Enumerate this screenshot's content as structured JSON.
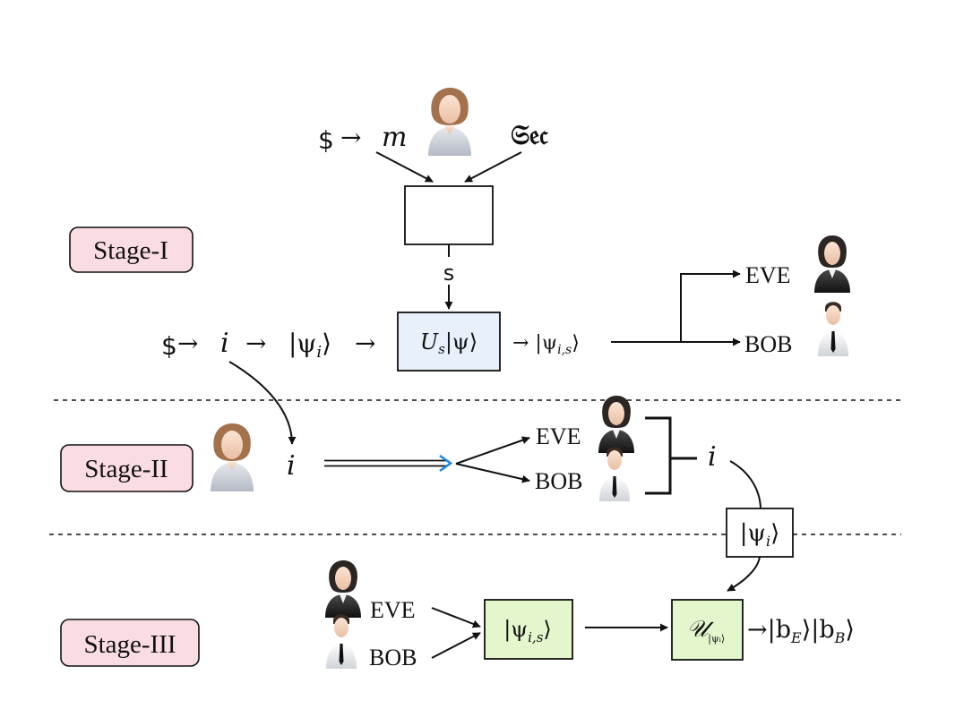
{
  "colors": {
    "stage_fill": "#fadde3",
    "unitary_box_fill": "#e8f1fb",
    "state_box_fill": "#e3f6cc",
    "arrow_blue": "#1e88e5",
    "line": "#111111"
  },
  "icons": {
    "alice": "person-female-grey-icon",
    "eve": "person-female-black-suit-icon",
    "bob": "person-male-white-shirt-icon"
  },
  "stages": {
    "stage1": "Stage-I",
    "stage2": "Stage-II",
    "stage3": "Stage-III"
  },
  "stage1": {
    "random_symbol": "$",
    "arrow": "→",
    "message": "m",
    "security": "𝔖𝔢𝔠",
    "key_label": "s",
    "prep_random": "$",
    "index": "i",
    "state": "|ψ",
    "state_sub": "i",
    "ket_close": "⟩",
    "unitary_main": "U",
    "unitary_sub": "s",
    "unitary_ket": "|ψ⟩",
    "out_state": "→ |ψ",
    "out_sub": "i,s",
    "eve": "EVE",
    "bob": "BOB"
  },
  "stage2": {
    "index": "i",
    "eve": "EVE",
    "bob": "BOB",
    "announce": "i",
    "state_box": "|ψ",
    "state_sub": "i"
  },
  "stage3": {
    "eve": "EVE",
    "bob": "BOB",
    "state_box": "|ψ",
    "state_sub": "i,s",
    "u_main": "𝒰",
    "u_sub": "|ψᵢ⟩",
    "result": "→|b",
    "result_sub_e": "E",
    "result_mid": "⟩|b",
    "result_sub_b": "B",
    "result_end": "⟩"
  }
}
